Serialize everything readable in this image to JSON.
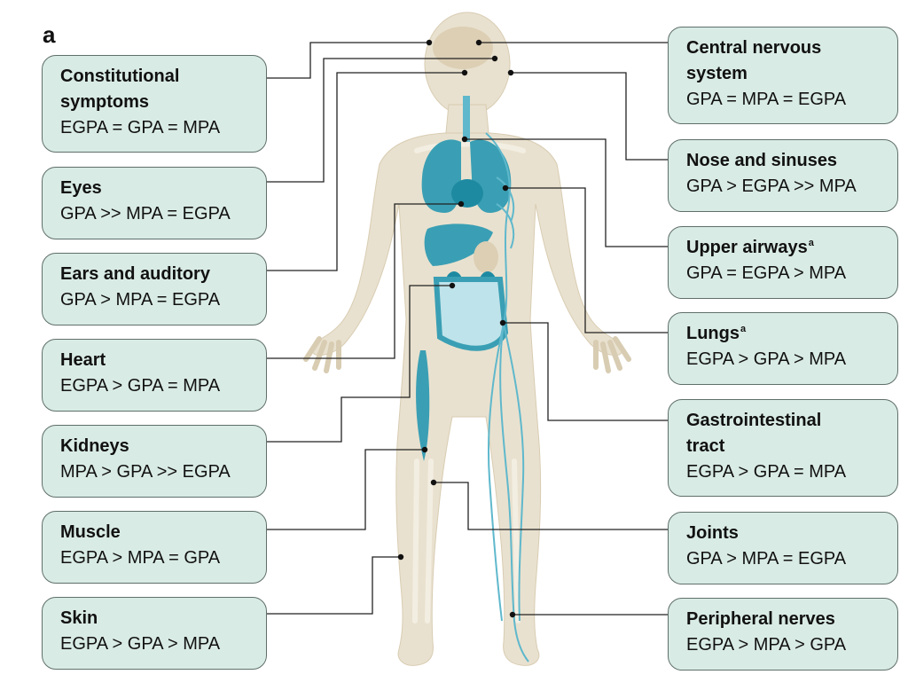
{
  "panel_label": "a",
  "colors": {
    "box_fill": "#d9ebe5",
    "box_border": "#5f6f6a",
    "body": "#e9e1cf",
    "organ": "#3a9fb4",
    "vessel": "#5fb8cc",
    "connector": "#222222"
  },
  "left_boxes": [
    {
      "id": "constitutional",
      "label_lines": [
        "Constitutional",
        "symptoms"
      ],
      "superscript": "",
      "ranking": "EGPA = GPA = MPA"
    },
    {
      "id": "eyes",
      "label_lines": [
        "Eyes"
      ],
      "superscript": "",
      "ranking": "GPA >> MPA = EGPA"
    },
    {
      "id": "ears",
      "label_lines": [
        "Ears and auditory"
      ],
      "superscript": "",
      "ranking": "GPA > MPA = EGPA"
    },
    {
      "id": "heart",
      "label_lines": [
        "Heart"
      ],
      "superscript": "",
      "ranking": "EGPA > GPA = MPA"
    },
    {
      "id": "kidneys",
      "label_lines": [
        "Kidneys"
      ],
      "superscript": "",
      "ranking": "MPA > GPA >> EGPA"
    },
    {
      "id": "muscle",
      "label_lines": [
        "Muscle"
      ],
      "superscript": "",
      "ranking": "EGPA > MPA = GPA"
    },
    {
      "id": "skin",
      "label_lines": [
        "Skin"
      ],
      "superscript": "",
      "ranking": "EGPA > GPA > MPA"
    }
  ],
  "right_boxes": [
    {
      "id": "cns",
      "label_lines": [
        "Central nervous",
        "system"
      ],
      "superscript": "",
      "ranking": "GPA = MPA = EGPA"
    },
    {
      "id": "nose",
      "label_lines": [
        "Nose and sinuses"
      ],
      "superscript": "",
      "ranking": "GPA > EGPA >> MPA"
    },
    {
      "id": "upper-airways",
      "label_lines": [
        "Upper airways"
      ],
      "superscript": "a",
      "ranking": "GPA = EGPA > MPA"
    },
    {
      "id": "lungs",
      "label_lines": [
        "Lungs"
      ],
      "superscript": "a",
      "ranking": "EGPA > GPA > MPA"
    },
    {
      "id": "gi",
      "label_lines": [
        "Gastrointestinal",
        "tract"
      ],
      "superscript": "",
      "ranking": "EGPA > GPA = MPA"
    },
    {
      "id": "joints",
      "label_lines": [
        "Joints"
      ],
      "superscript": "",
      "ranking": "GPA > MPA = EGPA"
    },
    {
      "id": "peripheral-nerves",
      "label_lines": [
        "Peripheral nerves"
      ],
      "superscript": "",
      "ranking": "EGPA > MPA > GPA"
    }
  ]
}
